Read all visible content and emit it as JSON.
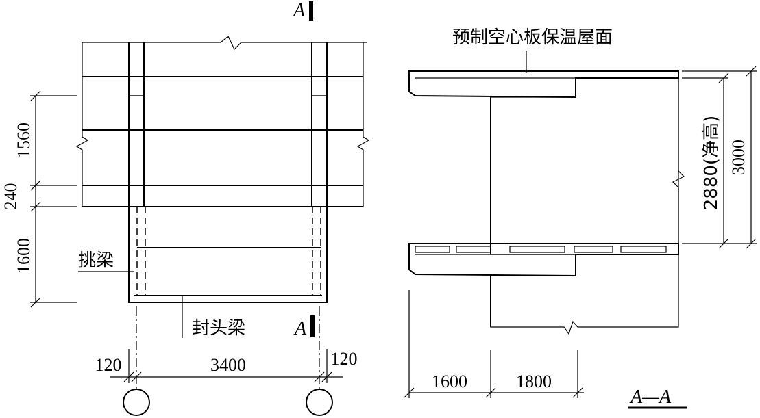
{
  "plan": {
    "section_marker_top": "A",
    "section_marker_bottom": "A",
    "dims_left": [
      "1560",
      "240",
      "1600"
    ],
    "dims_bottom": [
      "120",
      "3400",
      "120"
    ],
    "label_cantilever_beam": "挑梁",
    "label_end_beam": "封头梁"
  },
  "section": {
    "label_roof": "预制空心板保温屋面",
    "dim_clear_height": "2880(净高)",
    "dim_height": "3000",
    "dims_bottom": [
      "1600",
      "1800"
    ],
    "title": "A—A"
  }
}
